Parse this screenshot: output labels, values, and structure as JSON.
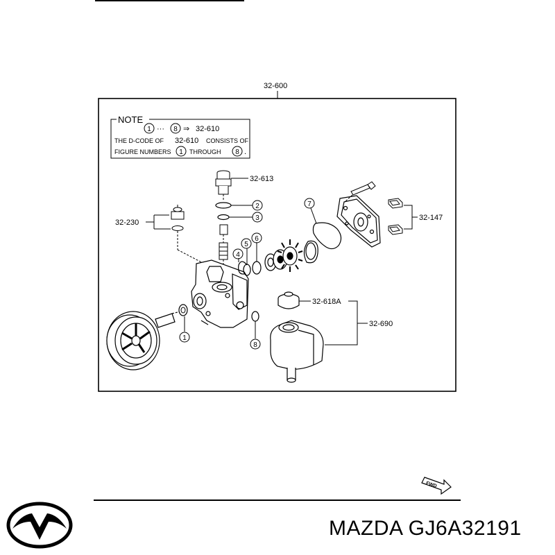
{
  "diagram": {
    "assembly_label": "32-600",
    "note": {
      "title": "NOTE",
      "range_start": "1",
      "range_dots": "···",
      "range_end": "8",
      "arrow": "⇒",
      "range_code": "32-610",
      "line2_prefix": "THE D-CODE OF",
      "line2_code": "32-610",
      "line2_suffix": "CONSISTS OF",
      "line3_prefix": "FIGURE NUMBERS",
      "line3_start": "1",
      "line3_mid": "THROUGH",
      "line3_end": "8",
      "line3_period": "."
    },
    "part_labels": {
      "p613": "32-613",
      "p230": "32-230",
      "p147": "32-147",
      "p618a": "32-618A",
      "p690": "32-690"
    },
    "figure_numbers": {
      "n1": "1",
      "n2": "2",
      "n3": "3",
      "n4": "4",
      "n5": "5",
      "n6": "6",
      "n7": "7",
      "n8": "8"
    },
    "fwd_label": "FWD"
  },
  "footer": {
    "logo": "mazda-logo",
    "part_text": "MAZDA GJ6A32191"
  },
  "colors": {
    "line": "#000000",
    "background": "#ffffff"
  }
}
